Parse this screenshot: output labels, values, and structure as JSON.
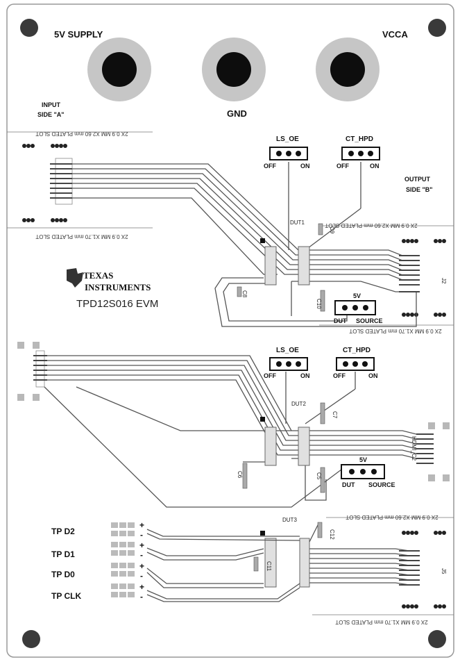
{
  "power_labels": {
    "supply_5v": "5V SUPPLY",
    "gnd": "GND",
    "vcca": "VCCA"
  },
  "input_side": {
    "line1": "INPUT",
    "line2": "SIDE \"A\""
  },
  "output_side": {
    "line1": "OUTPUT",
    "line2": "SIDE \"B\""
  },
  "slot_labels": {
    "plated_2_60": "2X 0.9 MM X2.60 mm PLATED SLOT",
    "plated_1_70": "2X 0.9 MM X1.70 mm PLATED SLOT"
  },
  "jumpers": {
    "ls_oe": "LS_OE",
    "ct_hpd": "CT_HPD",
    "off": "OFF",
    "on": "ON",
    "v5": "5V",
    "dut": "DUT",
    "source": "SOURCE"
  },
  "duts": [
    "DUT1",
    "DUT2",
    "DUT3"
  ],
  "logo": {
    "line1": "TEXAS",
    "line2": "INSTRUMENTS",
    "board_name": "TPD12S016 EVM"
  },
  "connectors": {
    "j2": "J2",
    "j5": "J5",
    "hdmi": "HDMI_C2"
  },
  "caps": [
    "C8",
    "C9",
    "C10",
    "C7",
    "C6",
    "C5",
    "C12",
    "C11"
  ],
  "test_points": [
    "TP D2",
    "TP D1",
    "TP D0",
    "TP CLK"
  ],
  "polarity": {
    "plus": "+",
    "minus": "-"
  }
}
